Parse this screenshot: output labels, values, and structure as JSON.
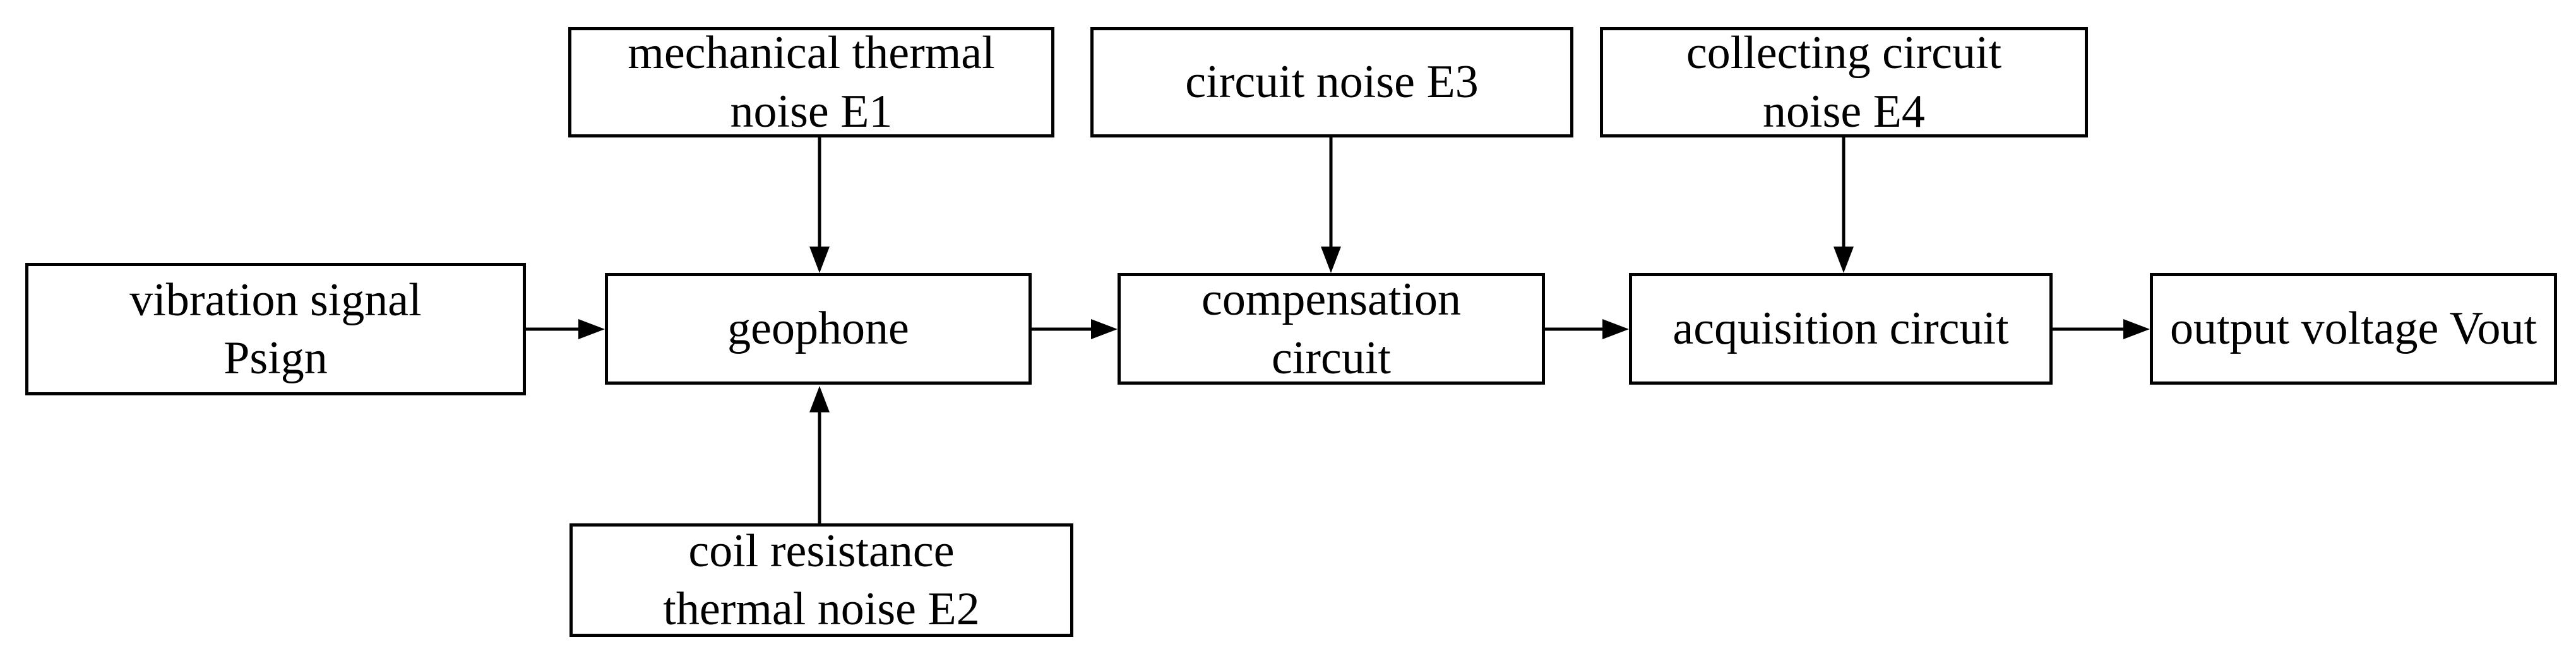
{
  "diagram": {
    "type": "block-diagram",
    "nodes": {
      "e1": {
        "label": "mechanical thermal\nnoise E1"
      },
      "e3": {
        "label": "circuit noise E3"
      },
      "e4": {
        "label": "collecting circuit\nnoise E4"
      },
      "psign": {
        "label": "vibration signal\nPsign"
      },
      "geophone": {
        "label": "geophone"
      },
      "compensation": {
        "label": "compensation\ncircuit"
      },
      "acquisition": {
        "label": "acquisition circuit"
      },
      "vout": {
        "label": "output voltage Vout"
      },
      "e2": {
        "label": "coil resistance\nthermal noise E2"
      }
    },
    "edges": [
      {
        "from": "psign",
        "to": "geophone",
        "direction": "right"
      },
      {
        "from": "geophone",
        "to": "compensation",
        "direction": "right"
      },
      {
        "from": "compensation",
        "to": "acquisition",
        "direction": "right"
      },
      {
        "from": "acquisition",
        "to": "vout",
        "direction": "right"
      },
      {
        "from": "e1",
        "to": "geophone",
        "direction": "down"
      },
      {
        "from": "e2",
        "to": "geophone",
        "direction": "up"
      },
      {
        "from": "e3",
        "to": "compensation",
        "direction": "down"
      },
      {
        "from": "e4",
        "to": "acquisition",
        "direction": "down"
      }
    ],
    "colors": {
      "line": "#000000",
      "box_fill": "#ffffff",
      "background": "#ffffff"
    }
  }
}
